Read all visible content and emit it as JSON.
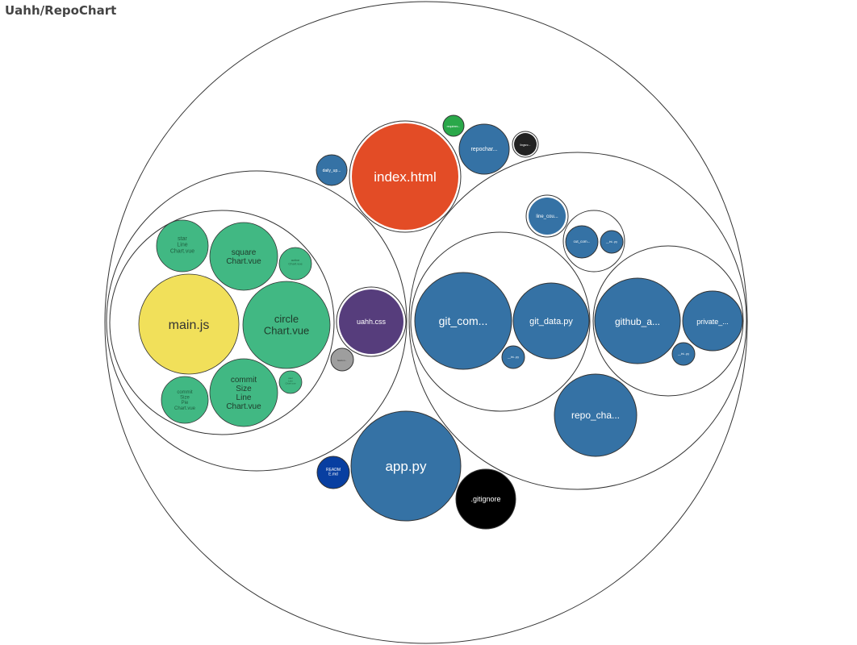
{
  "header": {
    "repo_name": "Uahh/RepoChart"
  },
  "colors": {
    "vue": "#41b883",
    "javascript": "#f1e05a",
    "css": "#563d7c",
    "html": "#e34c26",
    "python": "#3572a5",
    "markdown": "#083fa1",
    "ignore": "#000000",
    "other": "#9e9e9e",
    "shell": "#89e051",
    "folder_stroke": "#333333",
    "dark_file": "#222222"
  },
  "files": {
    "index_html": "index.html",
    "daily_up": "daily_up...",
    "repochar": "repochar...",
    "requirem": "requirem...",
    "lingsrc": "lingsrc...",
    "star_chart": "star\nLine\nChart.vue",
    "square_chart": "square\nChart.vue",
    "active_chart": "active\nChart.vue",
    "main_js": "main.js",
    "circle_chart": "circle\nChart.vue",
    "commit_size_pie": "commit\nSize\nPie\nChart.vue",
    "commit_size_line": "commit\nSize\nLine\nChart.vue",
    "small_chart": "user\nLine\nChart.vue",
    "uahh_css": "uahh.css",
    "gray_file": "favicon...",
    "line_cou": "line_cou...",
    "cut_com": "cut_com...",
    "init_py_a": "__ini...py",
    "git_com": "git_com...",
    "git_data": "git_data.py",
    "init_py_b": "__ini...py",
    "github_a": "github_a...",
    "private": "private_...",
    "init_py_c": "__ini...py",
    "repo_cha": "repo_cha...",
    "app_py": "app.py",
    "readme": "READM\nE.md",
    "gitignore": ".gitignore"
  }
}
